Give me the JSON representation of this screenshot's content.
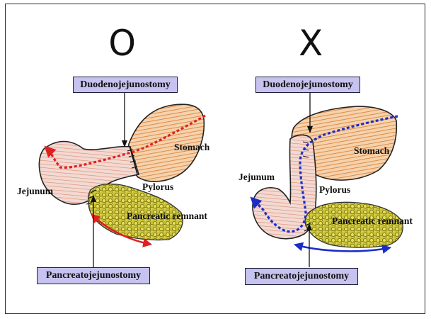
{
  "left_panel": {
    "symbol": "O",
    "top_label": "Duodenojejunostomy",
    "bottom_label": "Pancreatojejunostomy",
    "labels": {
      "stomach": "Stomach",
      "jejunum": "Jejunum",
      "pylorus": "Pylorus",
      "pancreas": "Pancreatic remnant"
    }
  },
  "right_panel": {
    "symbol": "X",
    "top_label": "Duodenojejunostomy",
    "bottom_label": "Pancreatojejunostomy",
    "labels": {
      "stomach": "Stomach",
      "jejunum": "Jejunum",
      "pylorus": "Pylorus",
      "pancreas": "Pancreatic remnant"
    }
  },
  "colors": {
    "label_fill": "#c6c3f0",
    "good_route": "#e02020",
    "bad_route": "#1a2dc8",
    "stomach_fill": "#e8a86a",
    "pancreas_fill": "#c9c23a"
  }
}
